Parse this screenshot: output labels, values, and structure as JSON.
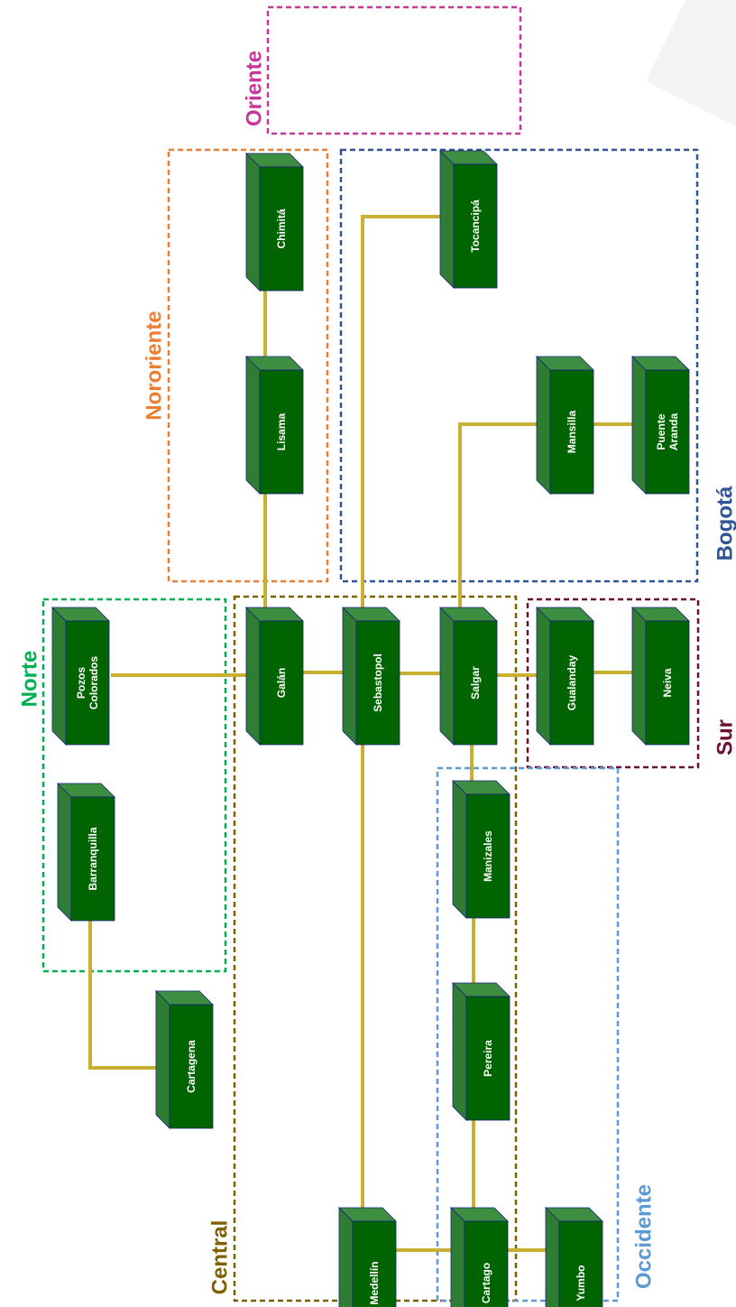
{
  "colors": {
    "link": "#C8B030",
    "node_front": "#006400",
    "node_side": "#2E7D32",
    "node_top": "#3E8E41",
    "node_stroke": "#1A237E"
  },
  "regions": [
    {
      "id": "oriente",
      "label": "Oriente",
      "color": "#C8359B"
    },
    {
      "id": "nororiente",
      "label": "Nororiente",
      "color": "#ED7D31"
    },
    {
      "id": "bogota",
      "label": "Bogotá",
      "color": "#2F5597"
    },
    {
      "id": "norte",
      "label": "Norte",
      "color": "#00B050"
    },
    {
      "id": "central",
      "label": "Central",
      "color": "#7F6000"
    },
    {
      "id": "sur",
      "label": "Sur",
      "color": "#6D0F34"
    },
    {
      "id": "occidente",
      "label": "Occidente",
      "color": "#5B9BD5"
    }
  ],
  "nodes": [
    {
      "id": "chimita",
      "lines": [
        "Chimitá"
      ]
    },
    {
      "id": "tocancipa",
      "lines": [
        "Tocancipá"
      ]
    },
    {
      "id": "lisama",
      "lines": [
        "Lisama"
      ]
    },
    {
      "id": "mansilla",
      "lines": [
        "Mansilla"
      ]
    },
    {
      "id": "puente-aranda",
      "lines": [
        "Puente",
        "Aranda"
      ]
    },
    {
      "id": "pozos-colorados",
      "lines": [
        "Pozos",
        "Colorados"
      ]
    },
    {
      "id": "galan",
      "lines": [
        "Galán"
      ]
    },
    {
      "id": "sebastopol",
      "lines": [
        "Sebastopol"
      ]
    },
    {
      "id": "salgar",
      "lines": [
        "Salgar"
      ]
    },
    {
      "id": "gualanday",
      "lines": [
        "Gualanday"
      ]
    },
    {
      "id": "neiva",
      "lines": [
        "Neiva"
      ]
    },
    {
      "id": "barranquilla",
      "lines": [
        "Barranquilla"
      ]
    },
    {
      "id": "manizales",
      "lines": [
        "Manizales"
      ]
    },
    {
      "id": "cartagena",
      "lines": [
        "Cartagena"
      ]
    },
    {
      "id": "pereira",
      "lines": [
        "Pereira"
      ]
    },
    {
      "id": "medellin",
      "lines": [
        "Medellín"
      ]
    },
    {
      "id": "cartago",
      "lines": [
        "Cartago"
      ]
    },
    {
      "id": "yumbo",
      "lines": [
        "Yumbo"
      ]
    }
  ],
  "links": [
    [
      "chimita",
      "lisama"
    ],
    [
      "lisama",
      "galan"
    ],
    [
      "tocancipa",
      "sebastopol"
    ],
    [
      "mansilla",
      "salgar"
    ],
    [
      "mansilla",
      "puente-aranda"
    ],
    [
      "pozos-colorados",
      "galan"
    ],
    [
      "galan",
      "sebastopol"
    ],
    [
      "sebastopol",
      "salgar"
    ],
    [
      "salgar",
      "gualanday"
    ],
    [
      "gualanday",
      "neiva"
    ],
    [
      "salgar",
      "manizales"
    ],
    [
      "manizales",
      "pereira"
    ],
    [
      "pereira",
      "cartago"
    ],
    [
      "barranquilla",
      "cartagena"
    ],
    [
      "sebastopol",
      "medellin"
    ],
    [
      "medellin",
      "cartago"
    ],
    [
      "cartago",
      "yumbo"
    ]
  ]
}
